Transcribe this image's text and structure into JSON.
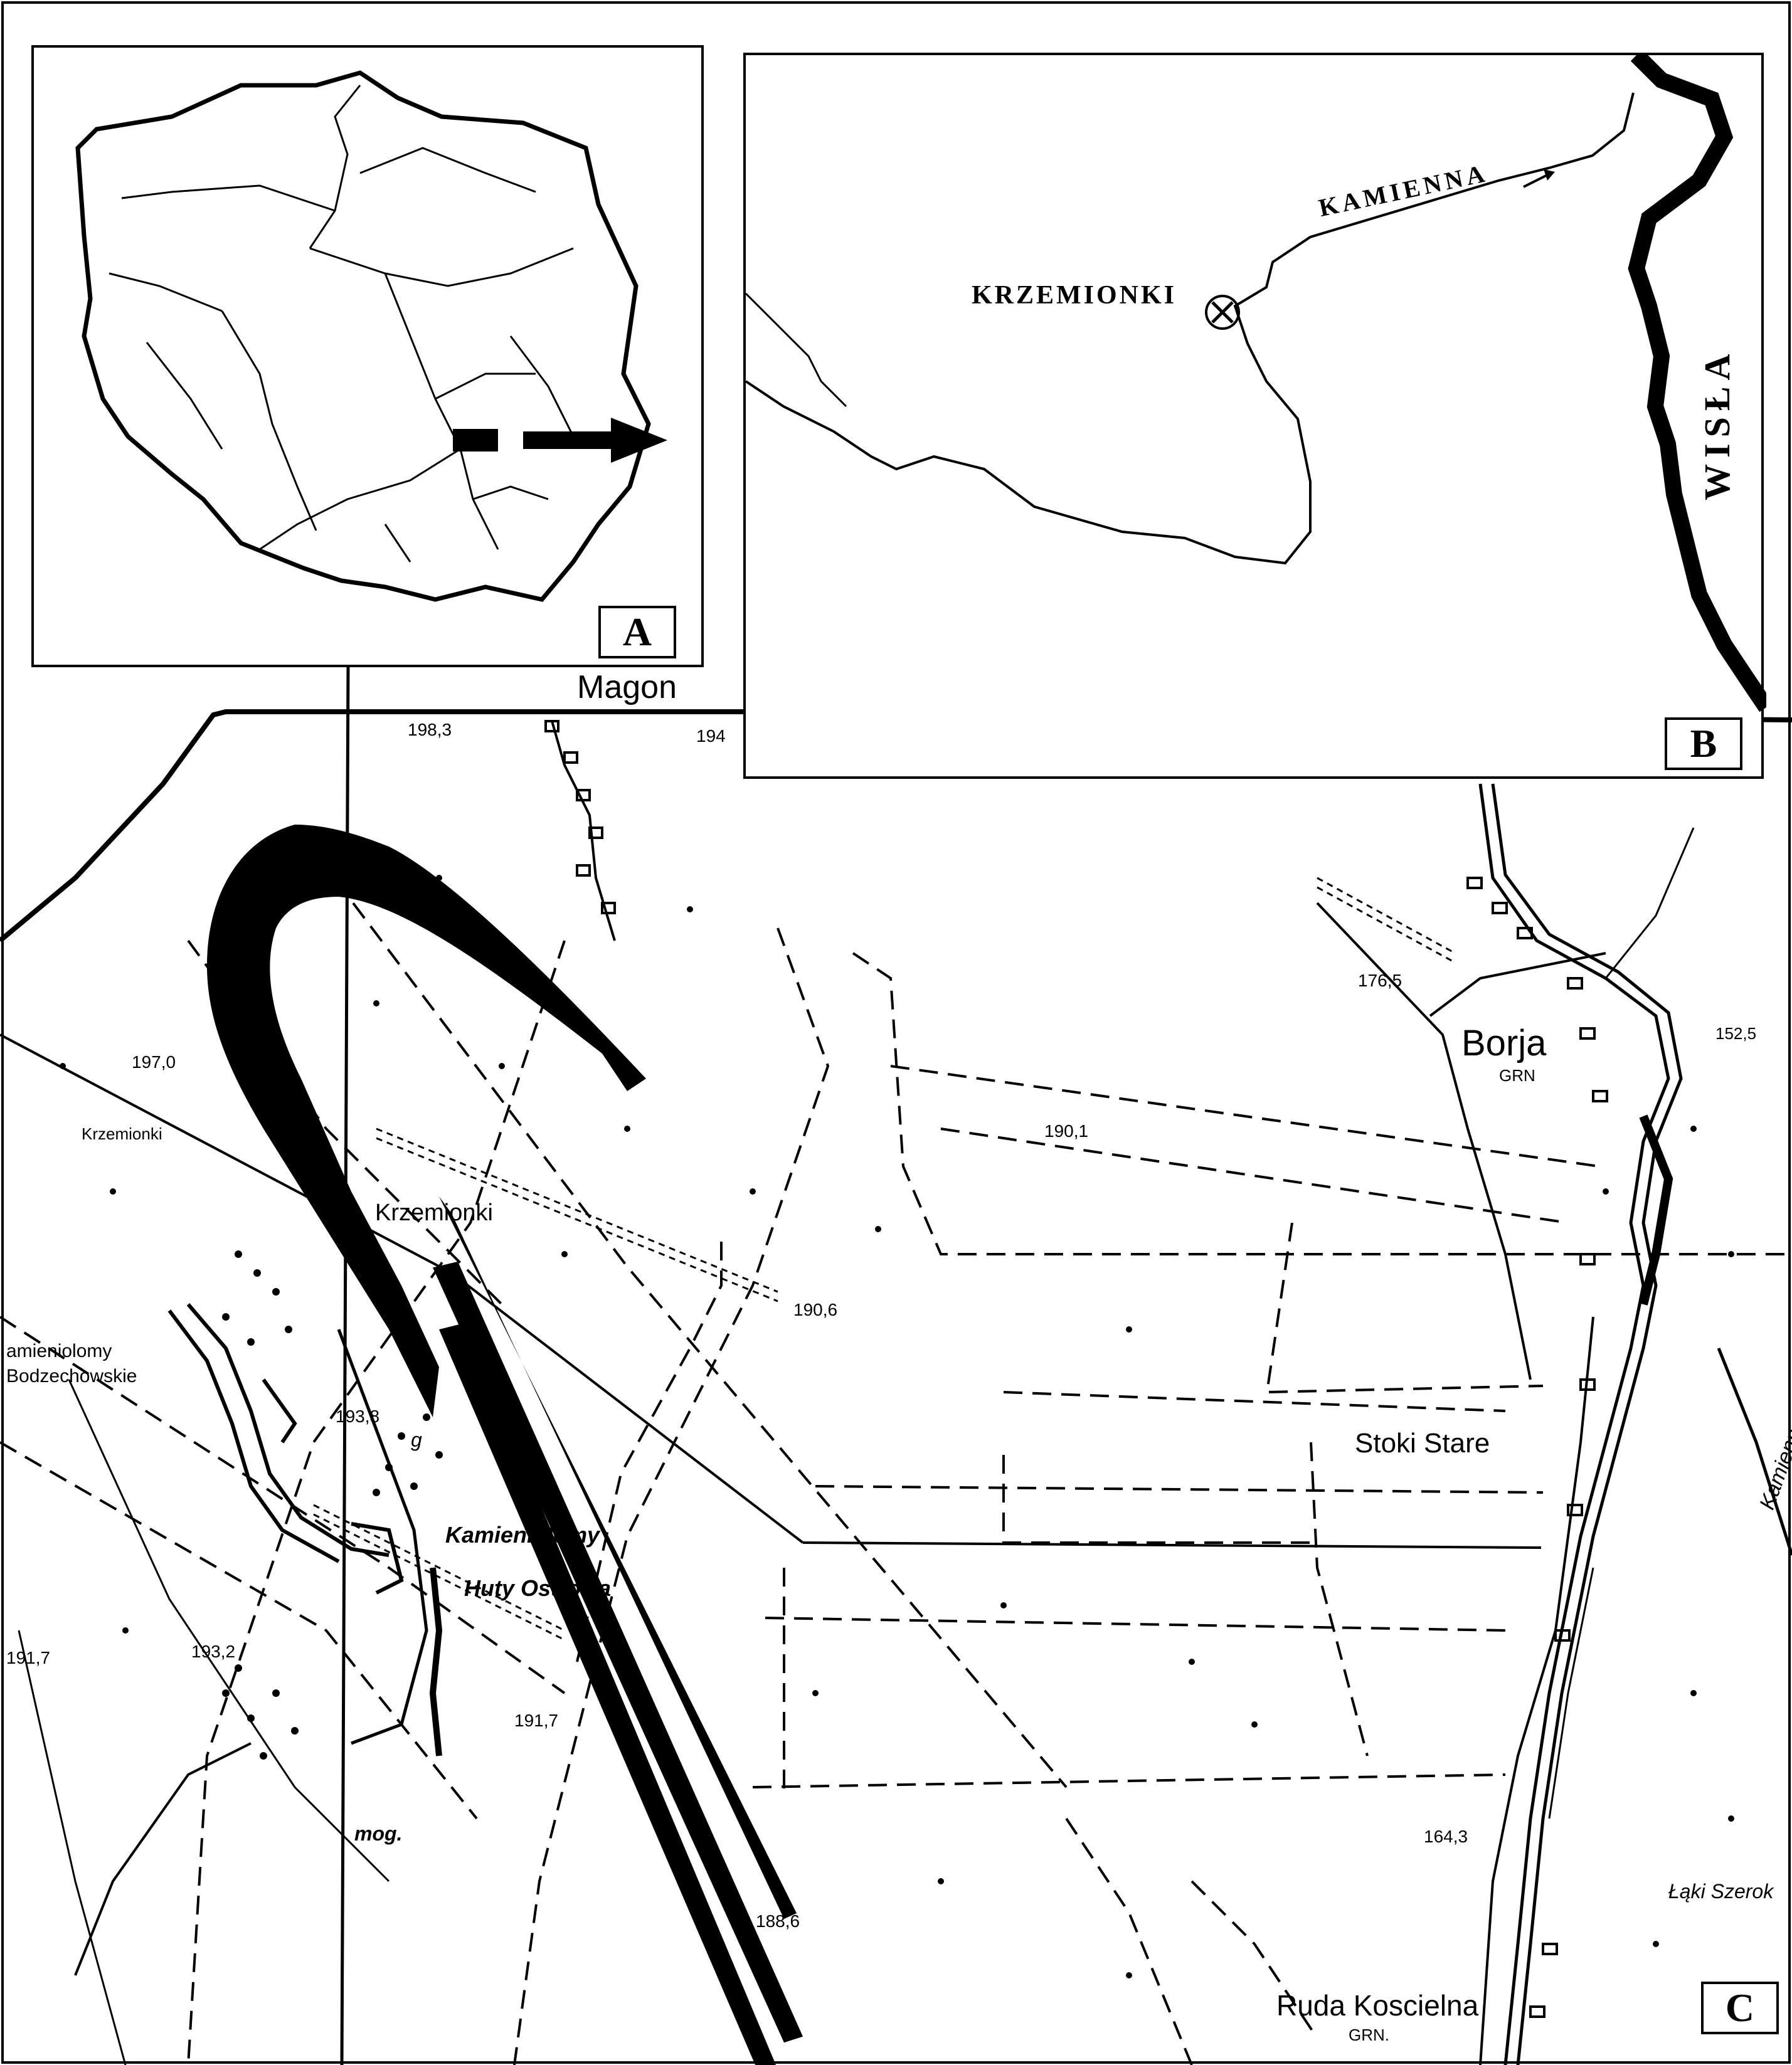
{
  "panels": {
    "a": {
      "letter": "A"
    },
    "b": {
      "letter": "B",
      "site_label": "KRZEMIONKI",
      "tributary_label": "KAMIENNA",
      "main_river_label": "WISŁA"
    },
    "c": {
      "letter": "C"
    }
  },
  "map_labels": {
    "magon": "Magon",
    "borja": "Borja",
    "borja_grn": "GRN",
    "krzemionki_small": "Krzemionki",
    "krzemionki": "Krzemionki",
    "kamieniolomy_1": "amieniolomy",
    "kamieniolomy_2": "Bodzechowskie",
    "kamieniolomy_ostrowa": "Kamieniolomy",
    "huty_ostrowa": "Huty Ostrowa",
    "stoki_stare": "Stoki Stare",
    "ruda_koscielna": "Ruda Koscielna",
    "ruda_grn": "GRN.",
    "laki_szerok": "Łąki Szerok",
    "kamienna_river": "Kamienna",
    "mog": "mog.",
    "g": "g",
    "e198_3": "198,3",
    "e194": "194",
    "e197_0": "197,0",
    "e176_5": "176,5",
    "e152_5": "152,5",
    "e190_1": "190,1",
    "e190_6": "190,6",
    "e193_8": "193,8",
    "e193_2": "193,2",
    "e191_7a": "191,7",
    "e191_7b": "191,7",
    "e164_3": "164,3",
    "e188_6": "188,6"
  },
  "colors": {
    "ink": "#000000",
    "paper": "#ffffff"
  }
}
